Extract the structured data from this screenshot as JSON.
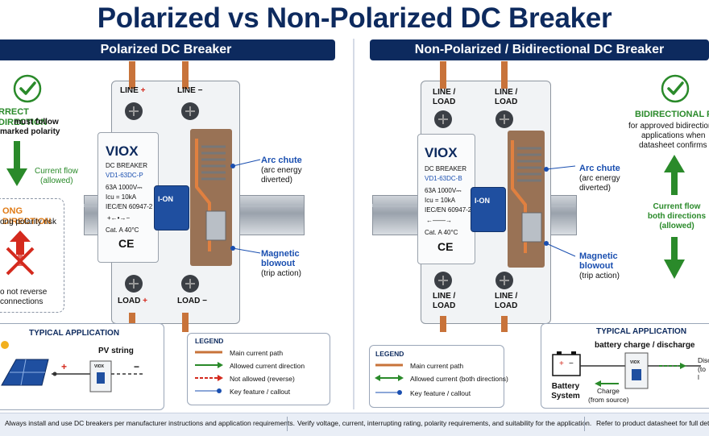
{
  "title": "Polarized vs Non-Polarized DC Breaker",
  "left": {
    "banner": "Polarized DC Breaker",
    "correct_title": "RRECT DIRECTION",
    "correct_l1": "must follow",
    "correct_l2": "marked polarity",
    "current_flow_l1": "Current flow",
    "current_flow_l2": "(allowed)",
    "wrong_title": "ONG DIRECTION",
    "wrong_sub": "ong polarity risk",
    "wrong_l1": "o not reverse",
    "wrong_l2": "connections",
    "top_l_label": "LINE",
    "top_l_sign": "+",
    "top_r_label": "LINE",
    "top_r_sign": "−",
    "bot_l_label": "LOAD",
    "bot_l_sign": "+",
    "bot_r_label": "LOAD",
    "bot_r_sign": "−",
    "brand": "VIOX",
    "type": "DC BREAKER",
    "model": "VD1-63DC-P",
    "rating": "63A   1000V⎓",
    "icu": "Icu = 10kA",
    "std": "IEC/EN 60947-2",
    "polarity": "+←•→−",
    "cat": "Cat. A   40°C",
    "ce": "CE",
    "handle": "I-ON",
    "arc_title": "Arc chute",
    "arc_l1": "(arc energy",
    "arc_l2": "diverted)",
    "mag_l1": "Magnetic",
    "mag_l2": "blowout",
    "mag_l3": "(trip action)",
    "app_title": "TYPICAL APPLICATION",
    "app_sub": "PV string",
    "app_plus": "+",
    "app_minus": "−",
    "app_brand": "VIOX",
    "legend_title": "LEGEND",
    "legend": [
      "Main current path",
      "Allowed current direction",
      "Not allowed (reverse)",
      "Key feature / callout"
    ]
  },
  "right": {
    "banner": "Non-Polarized / Bidirectional DC Breaker",
    "bi_title": "BIDIRECTIONAL FLOW",
    "bi_l1": "for approved bidirection",
    "bi_l2": "applications when",
    "bi_l3": "datasheet confirms",
    "flow_l1": "Current flow",
    "flow_l2": "both directions",
    "flow_l3": "(allowed)",
    "top_l_label": "LINE /",
    "top_l_label2": "LOAD",
    "top_r_label": "LINE /",
    "top_r_label2": "LOAD",
    "bot_l_label": "LINE /",
    "bot_l_label2": "LOAD",
    "bot_r_label": "LINE /",
    "bot_r_label2": "LOAD",
    "brand": "VIOX",
    "type": "DC BREAKER",
    "model": "VD1-63DC-B",
    "rating": "63A   1000V⎓",
    "icu": "Icu = 10kA",
    "std": "IEC/EN 60947-2",
    "polarity": "←——→",
    "cat": "Cat. A   40°C",
    "ce": "CE",
    "handle": "I-ON",
    "arc_title": "Arc chute",
    "arc_l1": "(arc energy",
    "arc_l2": "diverted)",
    "mag_l1": "Magnetic",
    "mag_l2": "blowout",
    "mag_l3": "(trip action)",
    "legend_title": "LEGEND",
    "legend": [
      "Main current path",
      "Allowed current (both directions)",
      "Key feature / callout"
    ],
    "app_title": "TYPICAL APPLICATION",
    "app_sub": "battery charge / discharge",
    "battery_l1": "Battery",
    "battery_l2": "System",
    "charge_l1": "Charge",
    "charge_l2": "(from source)",
    "disch_l1": "Disc",
    "disch_l2": "(to l",
    "app_brand": "VIOX"
  },
  "footer": {
    "f1": "Always install and use DC breakers per manufacturer instructions and application requirements.",
    "f2": "Verify voltage, current, interrupting rating, polarity requirements, and suitability for the application.",
    "f3": "Refer to product datasheet for full detail"
  },
  "colors": {
    "navy": "#0d2a5e",
    "green": "#2a8a2a",
    "red": "#d42a1e",
    "orange": "#e07b16",
    "copper": "#c8733a",
    "blue_handle": "#1f4fa0"
  }
}
